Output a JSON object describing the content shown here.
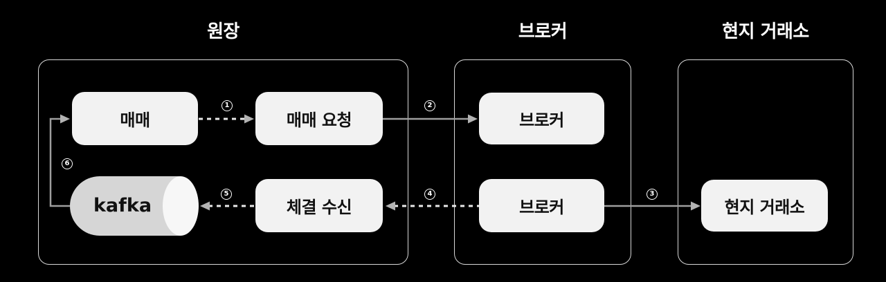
{
  "groups": {
    "ledger": {
      "title": "원장"
    },
    "broker": {
      "title": "브로커"
    },
    "exchange": {
      "title": "현지 거래소"
    }
  },
  "nodes": {
    "trade": {
      "label": "매매"
    },
    "trade_request": {
      "label": "매매 요청"
    },
    "kafka": {
      "label": "kafka"
    },
    "fill_receive": {
      "label": "체결 수신"
    },
    "broker_request": {
      "label": "브로커"
    },
    "broker_fill": {
      "label": "브로커"
    },
    "local_exchange": {
      "label": "현지 거래소"
    }
  },
  "steps": {
    "s1": {
      "label": "1"
    },
    "s2": {
      "label": "2"
    },
    "s3": {
      "label": "3"
    },
    "s4": {
      "label": "4"
    },
    "s5": {
      "label": "5"
    },
    "s6": {
      "label": "6"
    }
  },
  "colors": {
    "background": "#000000",
    "frame_border": "#d9d9d9",
    "node_fill": "#f2f2f2",
    "node_text": "#111111",
    "title_text": "#ffffff",
    "solid_line": "#9e9e9e",
    "dashed_line": "#e9e9e9",
    "arrowhead": "#b3b3b3",
    "cylinder_body": "#d6d6d6",
    "cylinder_cap": "#f7f7f7"
  }
}
